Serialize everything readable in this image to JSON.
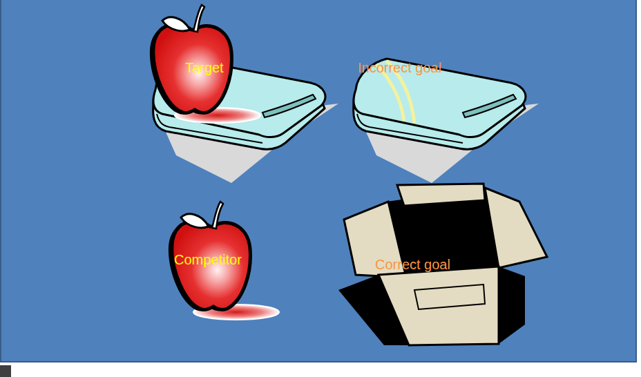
{
  "diagram": {
    "nodes": [
      {
        "text": [
          "Target"
        ]
      },
      {
        "text": [
          "Incorrect goal"
        ]
      },
      {
        "text": [
          "Competitor"
        ]
      },
      {
        "text": [
          "Correct goal"
        ]
      }
    ]
  }
}
